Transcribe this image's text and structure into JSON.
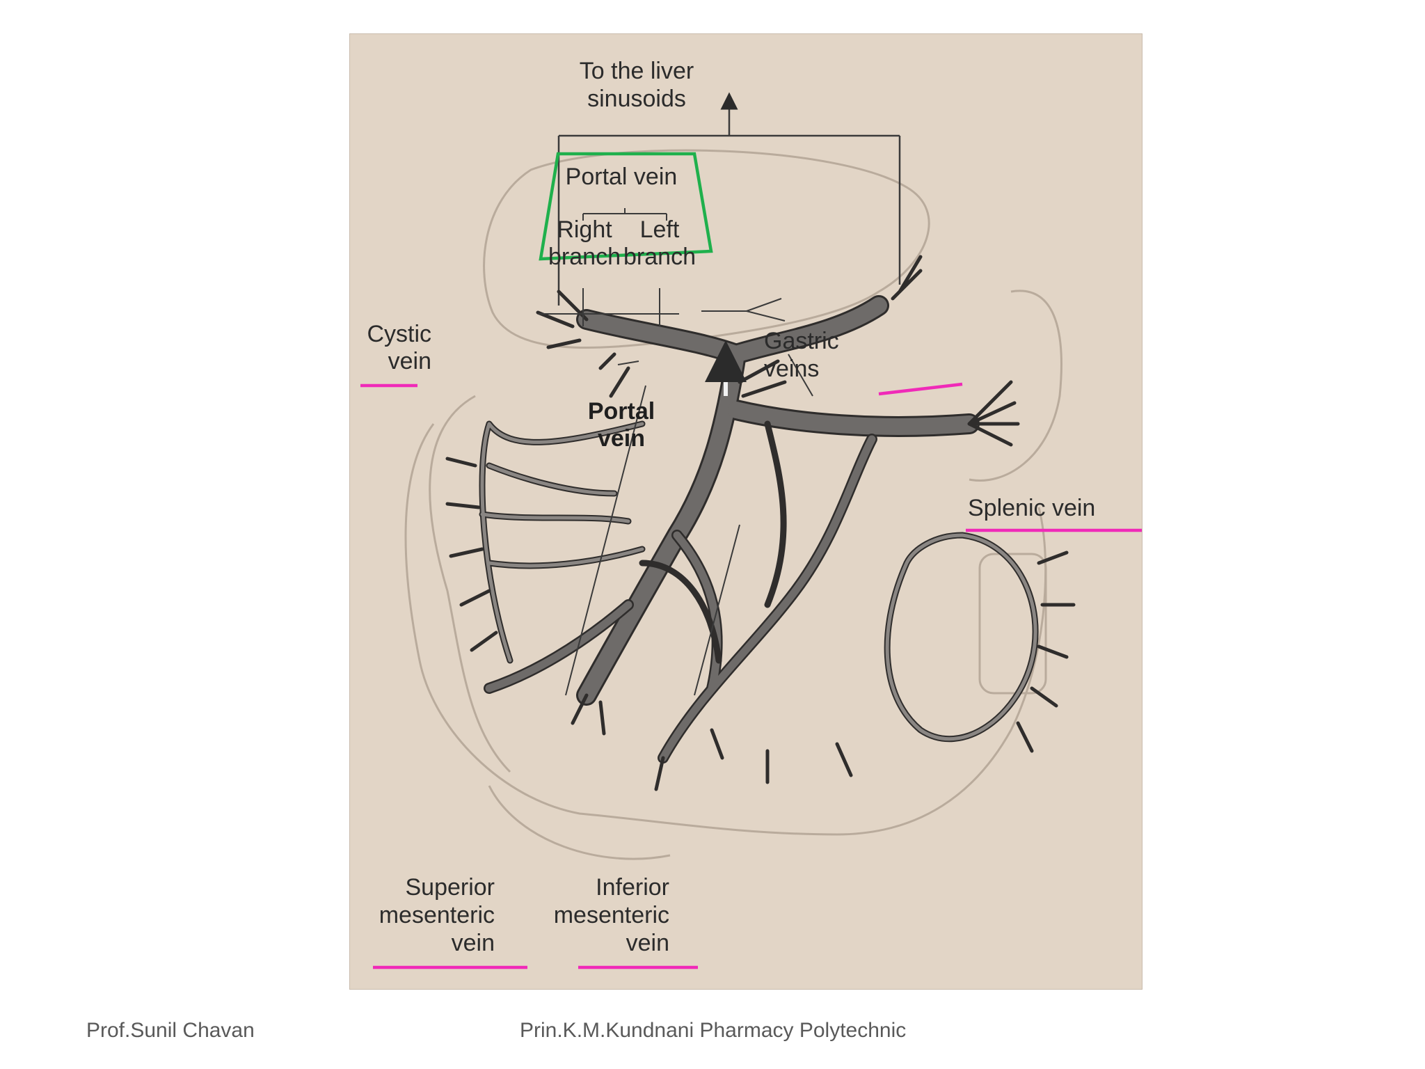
{
  "labels": {
    "to_liver_line1": "To the liver",
    "to_liver_line2": "sinusoids",
    "portal_vein_top": "Portal vein",
    "right_branch_line1": "Right",
    "right_branch_line2": "branch",
    "left_branch_line1": "Left",
    "left_branch_line2": "branch",
    "cystic_line1": "Cystic",
    "cystic_line2": "vein",
    "gastric_line1": "Gastric",
    "gastric_line2": "veins",
    "portal_center_line1": "Portal",
    "portal_center_line2": "vein",
    "splenic": "Splenic vein",
    "superior_line1": "Superior",
    "superior_line2": "mesenteric",
    "superior_line3": "vein",
    "inferior_line1": "Inferior",
    "inferior_line2": "mesenteric",
    "inferior_line3": "vein"
  },
  "footer": {
    "author": "Prof.Sunil Chavan",
    "institution": "Prin.K.M.Kundnani Pharmacy Polytechnic"
  },
  "colors": {
    "background": "#e2d5c6",
    "vein": "#6e6b69",
    "vein_outline": "#2f2d2c",
    "highlight_box": "#1fb04c",
    "underline": "#f02ab8"
  }
}
